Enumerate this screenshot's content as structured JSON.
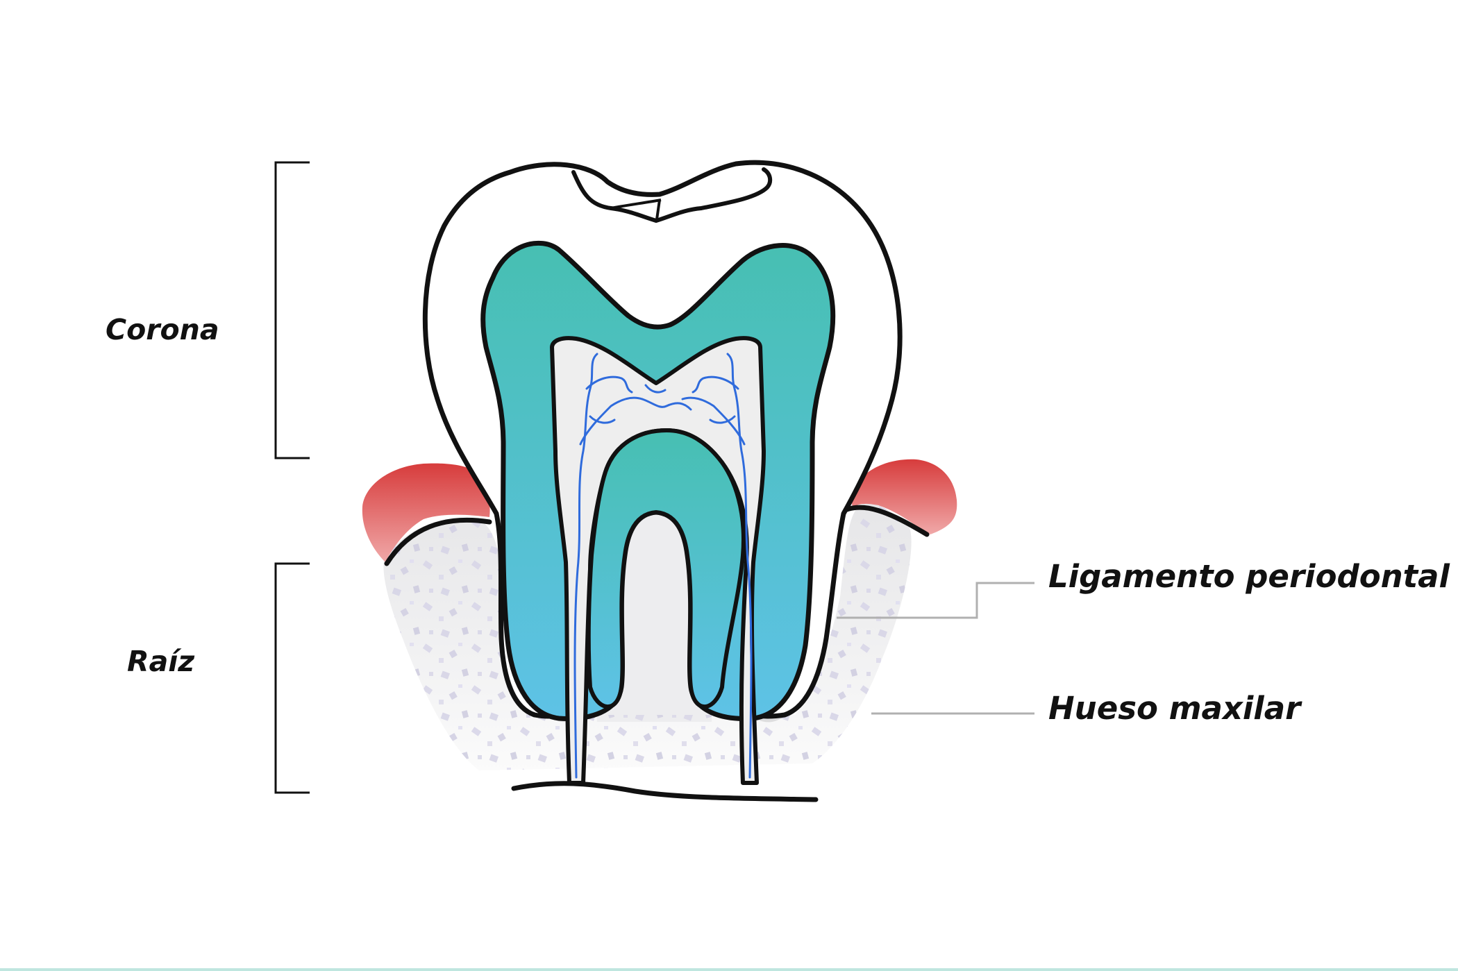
{
  "labels": {
    "crown": "Corona",
    "root": "Raíz",
    "periodontal_ligament": "Ligamento periodontal",
    "jaw_bone": "Hueso maxilar"
  },
  "colors": {
    "outline": "#111111",
    "enamel": "#ffffff",
    "dentin_top": "#47bfb2",
    "dentin_bottom": "#5ec2e6",
    "pulp": "#eeeeee",
    "nerves": "#2f6bdc",
    "gum_top": "#d73c3c",
    "gum_bottom": "#f0a8a8",
    "bone": "#eeeeee",
    "bone_specks": "#d6d4e6",
    "leader_lines": "#b0b0b0",
    "bottom_rule": "#bfe6df"
  },
  "icons": {
    "crown_bracket": "bracket-icon",
    "root_bracket": "bracket-icon"
  }
}
